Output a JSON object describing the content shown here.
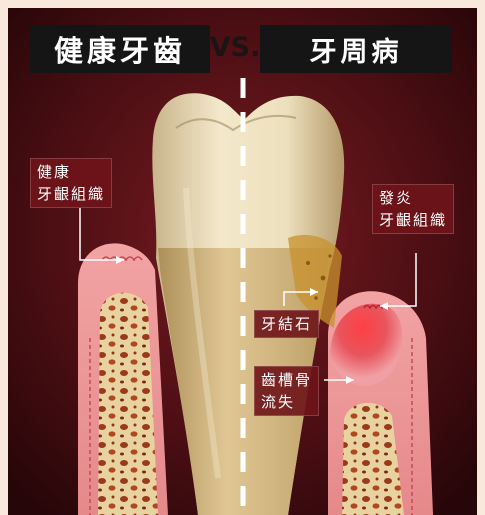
{
  "title": {
    "left": "健康牙齒",
    "vs": "VS.",
    "right": "牙周病"
  },
  "labels": {
    "healthy_gum": [
      "健康",
      "牙齦組織"
    ],
    "inflamed_gum": [
      "發炎",
      "牙齦組織"
    ],
    "tartar": "牙結石",
    "bone_loss": [
      "齒槽骨",
      "流失"
    ]
  },
  "colors": {
    "page_background": "#f8e9dc",
    "scene_background": "#3a0a0d",
    "title_bar": "#161515",
    "gum": "#e98a8c",
    "inflamed_gum": "#e02a33",
    "bone": "#e9d39a",
    "tooth_crown": "#eee0b8",
    "tooth_root": "#d6b77a",
    "tartar": "#c8922e",
    "label_box": "#6e141a"
  }
}
